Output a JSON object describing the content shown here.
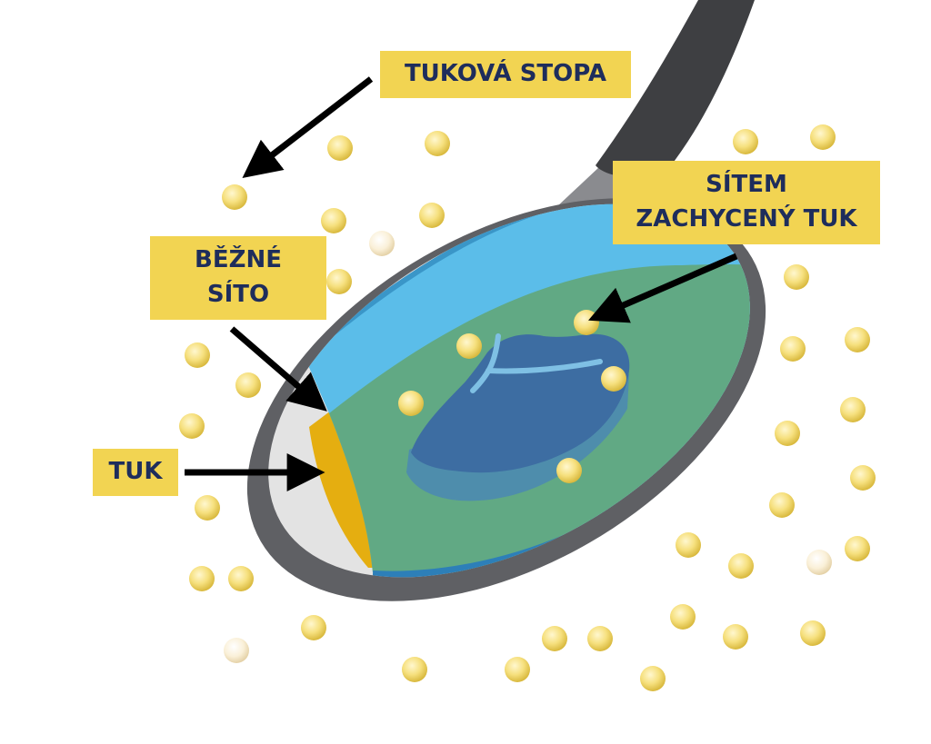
{
  "labels": {
    "fat_trail": "TUKOVÁ STOPA",
    "regular_sieve": {
      "line1": "BĚŽNÉ",
      "line2": "SÍTO"
    },
    "sieve_fat": {
      "line1": "SÍTEM",
      "line2": "ZACHYCENÝ TUK"
    },
    "fat": "TUK"
  },
  "colors": {
    "label_bg": "#f2d452",
    "label_text": "#1e2d5c",
    "pan_rim": "#5f6064",
    "pan_inner": "#e3e3e3",
    "fat_pool": "#e5ae10",
    "sieve_layer": "#5bbde9",
    "sieve_mesh": "#61a984",
    "steak": "#3d6da2",
    "fat_droplet": "#f6e07e",
    "arrow": "#000000"
  },
  "icons": [
    "frying-pan-icon",
    "steak-icon",
    "fat-droplet-icon",
    "arrow-icon"
  ]
}
